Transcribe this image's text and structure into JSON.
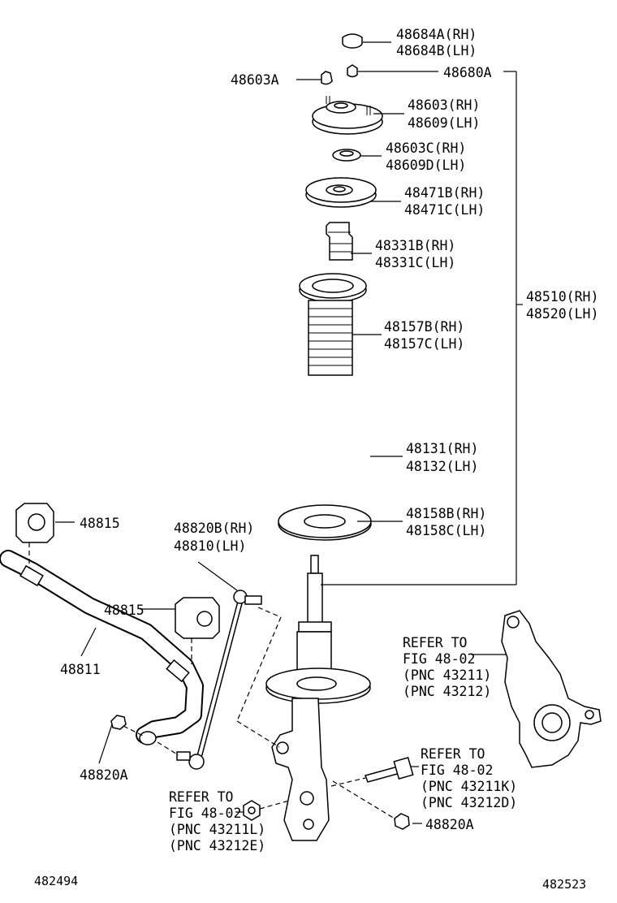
{
  "labels": {
    "p48684": [
      "48684A(RH)",
      "48684B(LH)"
    ],
    "p48603A": "48603A",
    "p48680A": "48680A",
    "p48603": [
      "48603(RH)",
      "48609(LH)"
    ],
    "p48603C": [
      "48603C(RH)",
      "48609D(LH)"
    ],
    "p48471": [
      "48471B(RH)",
      "48471C(LH)"
    ],
    "p48331": [
      "48331B(RH)",
      "48331C(LH)"
    ],
    "p48510": [
      "48510(RH)",
      "48520(LH)"
    ],
    "p48157": [
      "48157B(RH)",
      "48157C(LH)"
    ],
    "p48131": [
      "48131(RH)",
      "48132(LH)"
    ],
    "p48158": [
      "48158B(RH)",
      "48158C(LH)"
    ],
    "p48815_top": "48815",
    "p48820B": [
      "48820B(RH)",
      "48810(LH)"
    ],
    "p48815_mid": "48815",
    "p48811": "48811",
    "p48820A_left": "48820A",
    "p48820A_right": "48820A",
    "refer_knuckle": [
      "REFER TO",
      "FIG 48-02",
      "(PNC 43211)",
      "(PNC 43212)"
    ],
    "refer_bolt": [
      "REFER TO",
      "FIG 48-02",
      "(PNC 43211K)",
      "(PNC 43212D)"
    ],
    "refer_nut": [
      "REFER TO",
      "FIG 48-02",
      "(PNC 43211L)",
      "(PNC 43212E)"
    ],
    "code_left": "482494",
    "code_right": "482523"
  }
}
